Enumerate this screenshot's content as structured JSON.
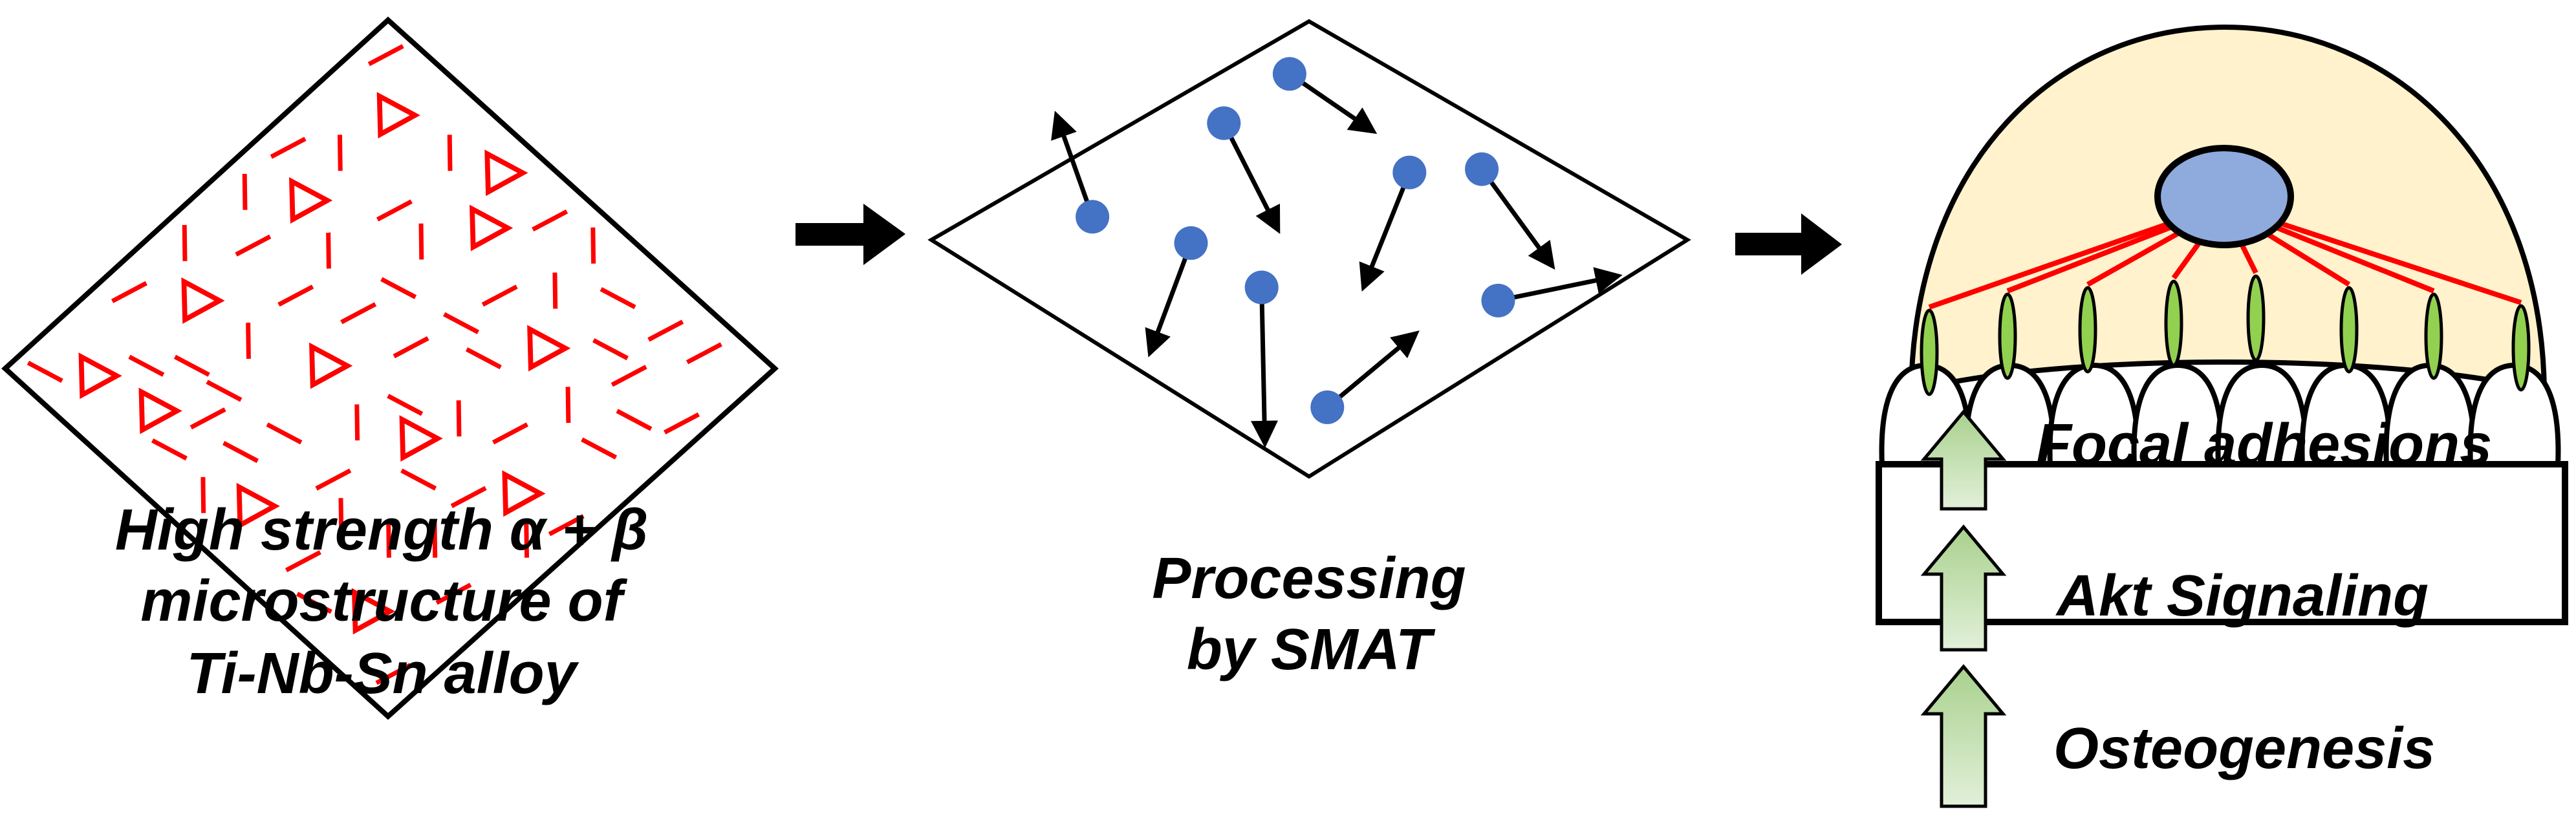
{
  "left_panel": {
    "caption_lines": [
      "High strength α + β",
      "microstructure of",
      "Ti-Nb-Sn alloy"
    ]
  },
  "middle_panel": {
    "caption_lines": [
      "Processing",
      "by SMAT"
    ]
  },
  "right_panel": {
    "effects": [
      "Focal adhesions",
      "Akt Signaling",
      "Osteogenesis"
    ]
  },
  "colors": {
    "phase_marks": "#ff0000",
    "particles": "#4472c4",
    "cell_body": "#fff2cc",
    "nucleus": "#8faadc",
    "focal_adhesion": "#92d050",
    "up_arrow": "#c5e0b4"
  }
}
